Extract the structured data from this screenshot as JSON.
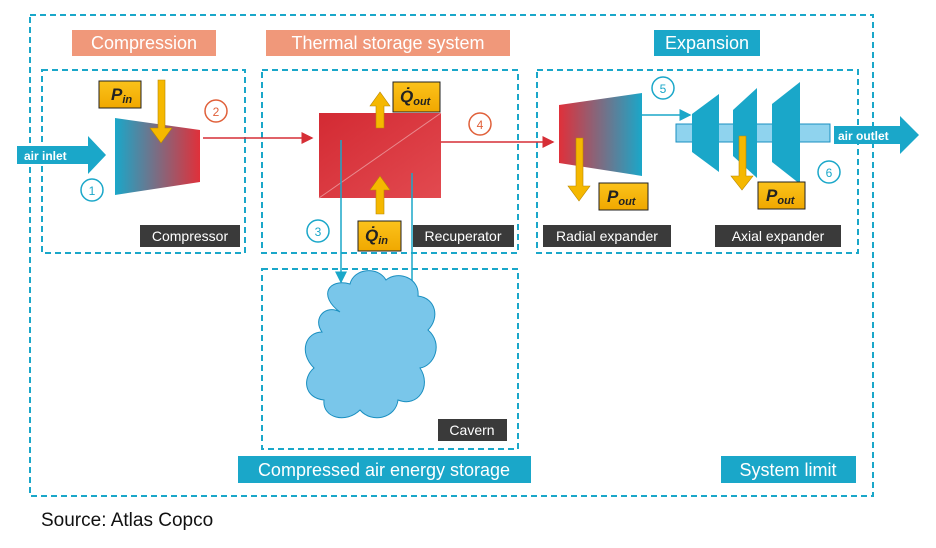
{
  "sections": {
    "compression": "Compression",
    "thermal_storage": "Thermal storage system",
    "expansion": "Expansion",
    "caes": "Compressed air energy storage",
    "system_limit": "System limit"
  },
  "components": {
    "compressor": "Compressor",
    "recuperator": "Recuperator",
    "cavern": "Cavern",
    "radial_expander": "Radial expander",
    "axial_expander": "Axial expander"
  },
  "flows": {
    "air_inlet": "air inlet",
    "air_outlet": "air outlet"
  },
  "quantities": {
    "p_in": "P",
    "p_in_sub": "in",
    "q_out": "Q̇",
    "q_out_sub": "out",
    "q_in": "Q̇",
    "q_in_sub": "in",
    "p_out_radial": "P",
    "p_out_radial_sub": "out",
    "p_out_axial": "P",
    "p_out_axial_sub": "out"
  },
  "points": [
    "1",
    "2",
    "3",
    "4",
    "5",
    "6"
  ],
  "source": "Source: Atlas Copco",
  "colors": {
    "cyan": "#1aa7c9",
    "salmon": "#f0987a",
    "label_dark": "#3a3a3a",
    "yellow": "#f5b800",
    "red": "#d62e36"
  }
}
